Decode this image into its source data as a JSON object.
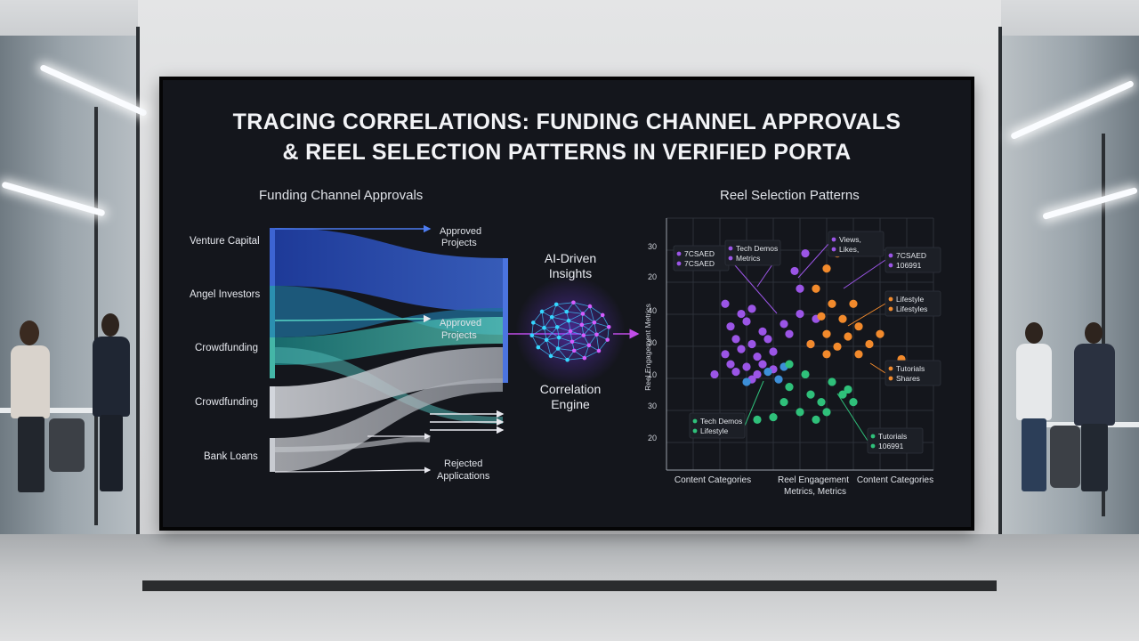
{
  "display": {
    "title_line1": "TRACING CORRELATIONS: FUNDING CHANNEL APPROVALS",
    "title_line2": "& REEL SELECTION PATTERNS IN VERIFIED PORTA"
  },
  "sankey": {
    "heading": "Funding Channel Approvals",
    "sources": [
      "Venture Capital",
      "Angel Investors",
      "Crowdfunding",
      "Crowdfunding",
      "Bank Loans"
    ],
    "targets": [
      {
        "line1": "Approved",
        "line2": "Projects"
      },
      {
        "line1": "Approved",
        "line2": "Projects"
      },
      {
        "line1": "Rejected",
        "line2": "Applications"
      }
    ]
  },
  "engine": {
    "top_line1": "AI-Driven",
    "top_line2": "Insights",
    "bottom_line1": "Correlation",
    "bottom_line2": "Engine"
  },
  "scatter": {
    "heading": "Reel Selection Patterns",
    "y_axis_label": "Reel Engagement Metrics",
    "y_ticks": [
      "30",
      "20",
      "40",
      "30",
      "10",
      "30",
      "20"
    ],
    "x_labels": [
      {
        "line1": "Content Categories",
        "line2": ""
      },
      {
        "line1": "Reel Engagement",
        "line2": "Metrics, Metrics"
      },
      {
        "line1": "Content Categories",
        "line2": ""
      }
    ],
    "colors": {
      "purple": "#9b55e6",
      "orange": "#f28a2c",
      "green": "#2fc07a",
      "blue": "#3d8fd8"
    },
    "callouts": [
      {
        "l1": "7CSAED",
        "l2": "7CSAED",
        "c1": "purple",
        "c2": "purple"
      },
      {
        "l1": "Tech Demos",
        "l2": "Metrics",
        "c1": "purple",
        "c2": "purple"
      },
      {
        "l1": "Views,",
        "l2": "Likes,",
        "c1": "purple",
        "c2": "purple"
      },
      {
        "l1": "7CSAED",
        "l2": "106991",
        "c1": "purple",
        "c2": "purple"
      },
      {
        "l1": "Lifestyle",
        "l2": "Lifestyles",
        "c1": "orange",
        "c2": "orange"
      },
      {
        "l1": "Tutorials",
        "l2": "Shares",
        "c1": "orange",
        "c2": "orange"
      },
      {
        "l1": "Tech Demos",
        "l2": "Lifestyle",
        "c1": "green",
        "c2": "green"
      },
      {
        "l1": "Tutorials",
        "l2": "106991",
        "c1": "green",
        "c2": "green"
      }
    ],
    "points": {
      "purple": [
        [
          1.1,
          6.6
        ],
        [
          1.4,
          6.2
        ],
        [
          1.6,
          6.4
        ],
        [
          1.2,
          5.7
        ],
        [
          1.5,
          5.9
        ],
        [
          1.8,
          5.5
        ],
        [
          1.3,
          5.2
        ],
        [
          1.6,
          5.0
        ],
        [
          1.9,
          5.2
        ],
        [
          1.1,
          4.6
        ],
        [
          1.4,
          4.8
        ],
        [
          1.7,
          4.5
        ],
        [
          2.0,
          4.7
        ],
        [
          1.2,
          4.2
        ],
        [
          1.5,
          4.1
        ],
        [
          1.8,
          4.2
        ],
        [
          0.9,
          3.8
        ],
        [
          1.3,
          3.9
        ],
        [
          1.6,
          3.6
        ],
        [
          2.2,
          5.8
        ],
        [
          2.5,
          6.2
        ],
        [
          2.8,
          6.0
        ],
        [
          2.5,
          7.2
        ],
        [
          2.4,
          7.9
        ],
        [
          2.6,
          8.6
        ],
        [
          2.3,
          5.4
        ],
        [
          2.7,
          5.0
        ],
        [
          2.0,
          4.0
        ],
        [
          1.7,
          3.8
        ]
      ],
      "blue": [
        [
          1.9,
          3.9
        ],
        [
          2.2,
          4.1
        ],
        [
          1.5,
          3.5
        ],
        [
          2.1,
          3.6
        ]
      ],
      "orange": [
        [
          3.2,
          8.6
        ],
        [
          3.0,
          8.0
        ],
        [
          2.8,
          7.2
        ],
        [
          3.1,
          6.6
        ],
        [
          3.5,
          6.6
        ],
        [
          2.9,
          6.1
        ],
        [
          3.3,
          6.0
        ],
        [
          3.6,
          5.7
        ],
        [
          3.0,
          5.4
        ],
        [
          3.4,
          5.3
        ],
        [
          2.7,
          5.0
        ],
        [
          3.2,
          4.9
        ],
        [
          3.8,
          5.0
        ],
        [
          4.0,
          5.4
        ],
        [
          3.0,
          4.6
        ],
        [
          3.6,
          4.6
        ],
        [
          4.4,
          4.4
        ]
      ],
      "green": [
        [
          2.3,
          4.2
        ],
        [
          2.6,
          3.8
        ],
        [
          2.3,
          3.3
        ],
        [
          2.7,
          3.0
        ],
        [
          3.1,
          3.5
        ],
        [
          3.3,
          3.0
        ],
        [
          2.9,
          2.7
        ],
        [
          3.5,
          2.7
        ],
        [
          2.2,
          2.7
        ],
        [
          2.5,
          2.3
        ],
        [
          3.0,
          2.3
        ],
        [
          2.0,
          2.1
        ],
        [
          1.7,
          2.0
        ],
        [
          2.8,
          2.0
        ],
        [
          3.4,
          3.2
        ]
      ]
    }
  }
}
